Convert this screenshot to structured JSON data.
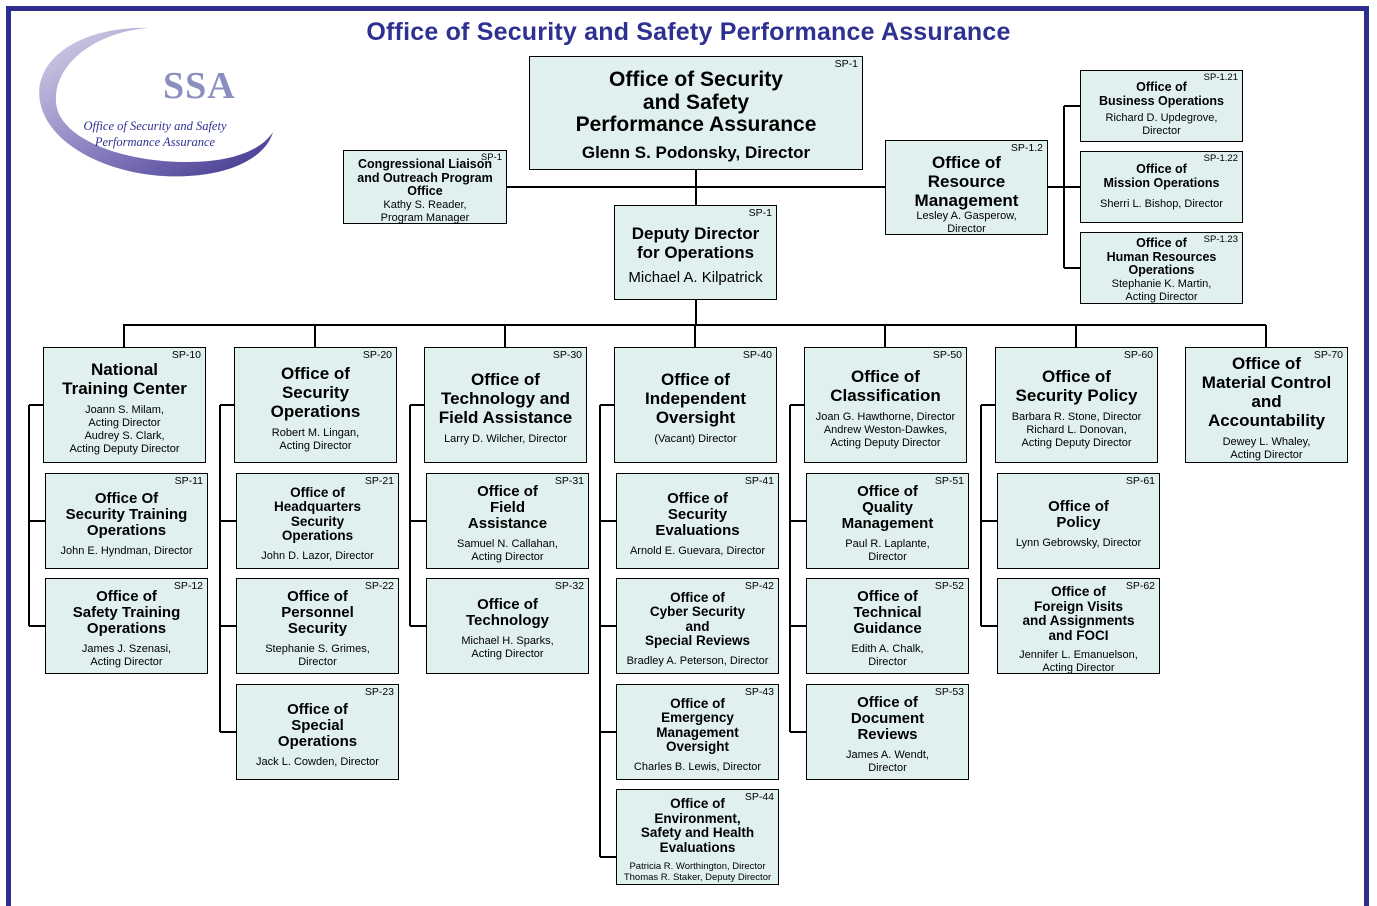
{
  "page_title": "Office of Security and Safety Performance Assurance",
  "logo": {
    "abbr": "SSA",
    "line1": "Office of Security and Safety",
    "line2": "Performance Assurance"
  },
  "colors": {
    "frame": "#2e2e8f",
    "title": "#2e3192",
    "box_fill": "#dff0ef",
    "logo_swoosh": "#5a4fa0"
  },
  "top": {
    "code": "SP-1",
    "title_lines": [
      "Office of Security",
      "and Safety",
      "Performance Assurance"
    ],
    "person": "Glenn S. Podonsky, Director"
  },
  "liaison": {
    "code": "SP-1",
    "title_lines": [
      "Congressional Liaison",
      "and Outreach Program",
      "Office"
    ],
    "person_lines": [
      "Kathy S. Reader,",
      "Program Manager"
    ]
  },
  "deputy": {
    "code": "SP-1",
    "title_lines": [
      "Deputy Director",
      "for Operations"
    ],
    "person": "Michael A. Kilpatrick"
  },
  "resource": {
    "code": "SP-1.2",
    "title_lines": [
      "Office of",
      "Resource",
      "Management"
    ],
    "person_lines": [
      "Lesley A. Gasperow,",
      "Director"
    ],
    "children": [
      {
        "code": "SP-1.21",
        "title_lines": [
          "Office of",
          "Business Operations"
        ],
        "person_lines": [
          "Richard D. Updegrove,",
          "Director"
        ]
      },
      {
        "code": "SP-1.22",
        "title_lines": [
          "Office of",
          "Mission Operations"
        ],
        "person_lines": [
          "Sherri L. Bishop, Director"
        ]
      },
      {
        "code": "SP-1.23",
        "title_lines": [
          "Office of",
          "Human Resources",
          "Operations"
        ],
        "person_lines": [
          "Stephanie K. Martin,",
          "Acting Director"
        ]
      }
    ]
  },
  "columns": [
    {
      "head": {
        "code": "SP-10",
        "title_lines": [
          "National",
          "Training Center"
        ],
        "person_lines": [
          "Joann S. Milam,",
          "Acting Director",
          "Audrey S. Clark,",
          "Acting Deputy Director"
        ]
      },
      "children": [
        {
          "code": "SP-11",
          "title_lines": [
            "Office Of",
            "Security Training",
            "Operations"
          ],
          "person_lines": [
            "John E. Hyndman, Director"
          ]
        },
        {
          "code": "SP-12",
          "title_lines": [
            "Office of",
            "Safety Training",
            "Operations"
          ],
          "person_lines": [
            "James J. Szenasi,",
            "Acting Director"
          ]
        }
      ]
    },
    {
      "head": {
        "code": "SP-20",
        "title_lines": [
          "Office of",
          "Security",
          "Operations"
        ],
        "person_lines": [
          "Robert M. Lingan,",
          "Acting Director"
        ]
      },
      "children": [
        {
          "code": "SP-21",
          "title_lines": [
            "Office of",
            "Headquarters",
            "Security",
            "Operations"
          ],
          "person_lines": [
            "John D. Lazor, Director"
          ]
        },
        {
          "code": "SP-22",
          "title_lines": [
            "Office of",
            "Personnel",
            "Security"
          ],
          "person_lines": [
            "Stephanie S. Grimes,",
            "Director"
          ]
        },
        {
          "code": "SP-23",
          "title_lines": [
            "Office of",
            "Special",
            "Operations"
          ],
          "person_lines": [
            "Jack L. Cowden, Director"
          ]
        }
      ]
    },
    {
      "head": {
        "code": "SP-30",
        "title_lines": [
          "Office of",
          "Technology and",
          "Field Assistance"
        ],
        "person_lines": [
          "Larry D. Wilcher, Director"
        ]
      },
      "children": [
        {
          "code": "SP-31",
          "title_lines": [
            "Office of",
            "Field",
            "Assistance"
          ],
          "person_lines": [
            "Samuel N. Callahan,",
            "Acting Director"
          ]
        },
        {
          "code": "SP-32",
          "title_lines": [
            "Office of",
            "Technology"
          ],
          "person_lines": [
            "Michael H. Sparks,",
            "Acting Director"
          ]
        }
      ]
    },
    {
      "head": {
        "code": "SP-40",
        "title_lines": [
          "Office of",
          "Independent",
          "Oversight"
        ],
        "person_lines": [
          "(Vacant) Director"
        ]
      },
      "children": [
        {
          "code": "SP-41",
          "title_lines": [
            "Office of",
            "Security",
            "Evaluations"
          ],
          "person_lines": [
            "Arnold E. Guevara, Director"
          ]
        },
        {
          "code": "SP-42",
          "title_lines": [
            "Office of",
            "Cyber Security",
            "and",
            "Special Reviews"
          ],
          "person_lines": [
            "Bradley A. Peterson, Director"
          ]
        },
        {
          "code": "SP-43",
          "title_lines": [
            "Office of",
            "Emergency",
            "Management",
            "Oversight"
          ],
          "person_lines": [
            "Charles B. Lewis, Director"
          ]
        },
        {
          "code": "SP-44",
          "title_lines": [
            "Office of",
            "Environment,",
            "Safety and Health",
            "Evaluations"
          ],
          "person_lines": [
            "Patricia R. Worthington, Director",
            "Thomas R. Staker, Deputy Director"
          ]
        }
      ]
    },
    {
      "head": {
        "code": "SP-50",
        "title_lines": [
          "Office of",
          "Classification"
        ],
        "person_lines": [
          "Joan G. Hawthorne, Director",
          "Andrew Weston-Dawkes,",
          "Acting Deputy Director"
        ]
      },
      "children": [
        {
          "code": "SP-51",
          "title_lines": [
            "Office of",
            "Quality",
            "Management"
          ],
          "person_lines": [
            "Paul R. Laplante,",
            "Director"
          ]
        },
        {
          "code": "SP-52",
          "title_lines": [
            "Office of",
            "Technical",
            "Guidance"
          ],
          "person_lines": [
            "Edith A. Chalk,",
            "Director"
          ]
        },
        {
          "code": "SP-53",
          "title_lines": [
            "Office of",
            "Document",
            "Reviews"
          ],
          "person_lines": [
            "James A. Wendt,",
            "Director"
          ]
        }
      ]
    },
    {
      "head": {
        "code": "SP-60",
        "title_lines": [
          "Office of",
          "Security Policy"
        ],
        "person_lines": [
          "Barbara R. Stone, Director",
          "Richard L. Donovan,",
          "Acting Deputy Director"
        ]
      },
      "children": [
        {
          "code": "SP-61",
          "title_lines": [
            "Office of",
            "Policy"
          ],
          "person_lines": [
            "Lynn Gebrowsky, Director"
          ]
        },
        {
          "code": "SP-62",
          "title_lines": [
            "Office of",
            "Foreign Visits",
            "and Assignments",
            "and FOCI"
          ],
          "person_lines": [
            "Jennifer L. Emanuelson,",
            "Acting Director"
          ]
        }
      ]
    },
    {
      "head": {
        "code": "SP-70",
        "title_lines": [
          "Office of",
          "Material Control",
          "and",
          "Accountability"
        ],
        "person_lines": [
          "Dewey L. Whaley,",
          "Acting Director"
        ]
      },
      "children": []
    }
  ]
}
